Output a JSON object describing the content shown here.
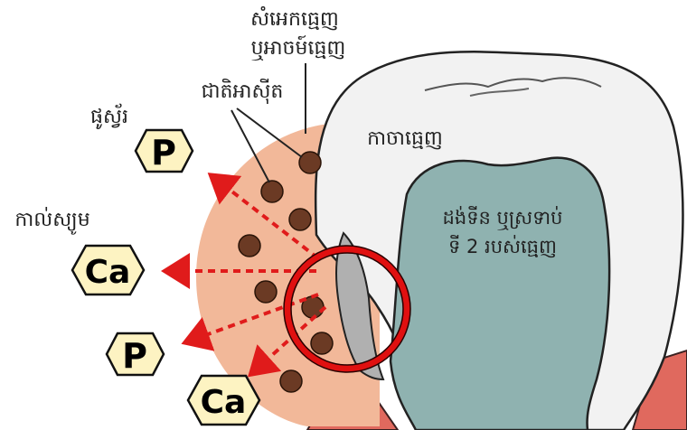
{
  "labels": {
    "plaque_line1": "សំអេកធ្មេញ",
    "plaque_line2": "ឬអាចម៍ធ្មេញ",
    "acid": "ជាតិអាស៊ីត",
    "phosphorus": "ផូស្វ័រ",
    "calcium": "កាល់ស្យូម",
    "enamel": "កាចាធ្មេញ",
    "dentin_line1": "ដង់ទីន ឬស្រទាប់",
    "dentin_line2": "ទី 2 របស់ធ្មេញ"
  },
  "minerals": [
    {
      "symbol": "P"
    },
    {
      "symbol": "Ca"
    },
    {
      "symbol": "P"
    },
    {
      "symbol": "Ca"
    }
  ],
  "colors": {
    "plaque": "#f2b899",
    "acid_particle": "#6b3a24",
    "tooth_enamel": "#f2f2f2",
    "dentin": "#8fb2b0",
    "gum": "#e0695e",
    "arrow": "#e01b1b",
    "highlight_ring": "#e01010",
    "mineral_hex": "#fdf3c2"
  }
}
